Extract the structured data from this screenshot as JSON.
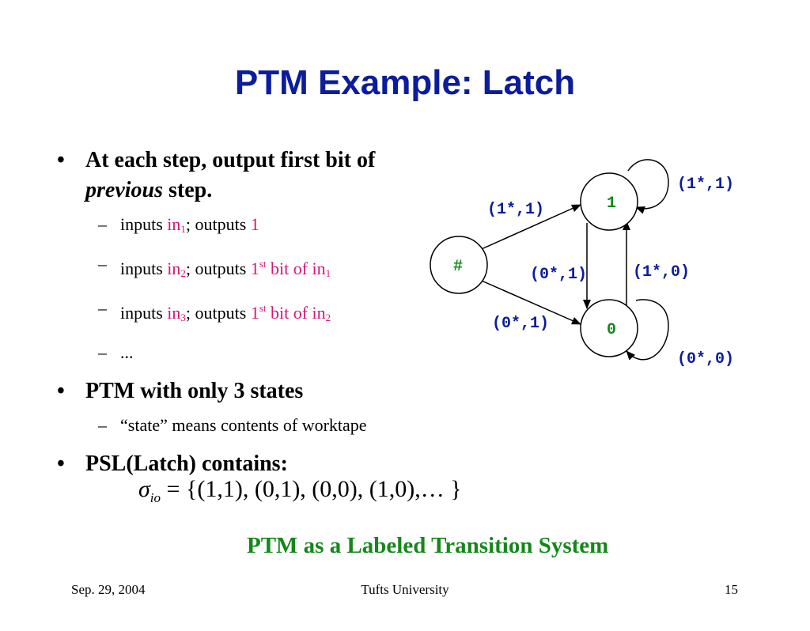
{
  "title": "PTM Example: Latch",
  "bullets": [
    {
      "line1": "At each step, output first bit of",
      "line2_italic": "previous",
      "line2_rest": " step.",
      "sub": [
        {
          "a": "inputs ",
          "in": "in",
          "in_sub": "1",
          "b": "; outputs ",
          "out": "1"
        },
        {
          "a": "inputs ",
          "in": "in",
          "in_sub": "2",
          "b": "; outputs ",
          "out1": "1",
          "out1_sup": "st",
          "out2": " bit of in",
          "out2_sub": "1"
        },
        {
          "a": "inputs ",
          "in": "in",
          "in_sub": "3",
          "b": "; outputs ",
          "out1": "1",
          "out1_sup": "st",
          "out2": " bit of in",
          "out2_sub": "2"
        },
        {
          "a": " ..."
        }
      ]
    },
    {
      "line1": "PTM with only 3 states",
      "sub": [
        {
          "a": "“state” means contents of worktape"
        }
      ]
    },
    {
      "line1": "PSL(Latch) contains:"
    }
  ],
  "formula": {
    "sigma": "σ",
    "sub": "io",
    "rest": " = {(1,1), (0,1), (0,0), (1,0),… }"
  },
  "caption": "PTM as a Labeled Transition System",
  "footer": {
    "date": "Sep. 29, 2004",
    "center": "Tufts University",
    "page": "15"
  },
  "diagram": {
    "nodes": {
      "start": "#",
      "one": "1",
      "zero": "0"
    },
    "edges": {
      "start_to_one": "(1*,1)",
      "start_to_zero": "(0*,1)",
      "one_to_zero": "(0*,1)",
      "zero_to_one": "(1*,0)",
      "one_self": "(1*,1)",
      "zero_self": "(0*,0)"
    },
    "colors": {
      "edge_label": "#0b1d9c",
      "node_label": "#13881a"
    }
  }
}
